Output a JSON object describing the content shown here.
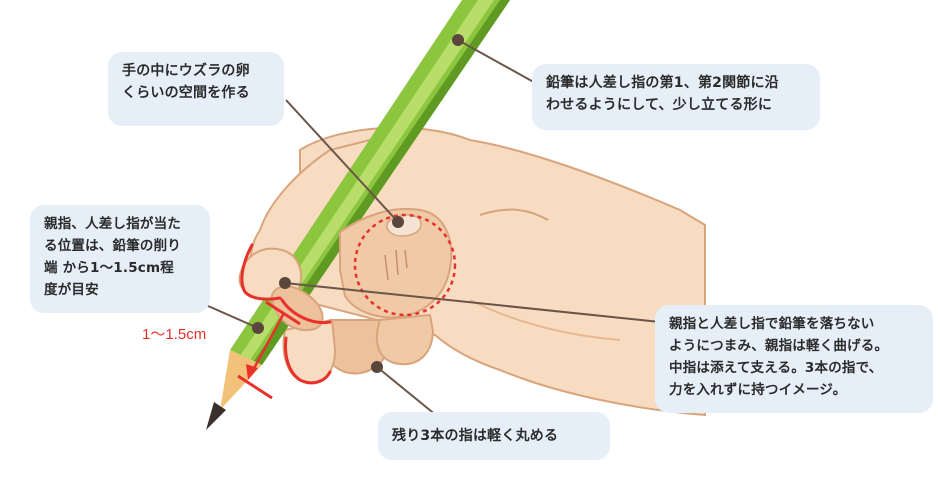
{
  "callouts": {
    "hollow": {
      "lines": [
        "手の中にウズラの卵",
        "くらいの空間を作る"
      ]
    },
    "pencil": {
      "lines": [
        "鉛筆は人差し指の第1、第2関節に沿",
        "わせるようにして、少し立てる形に"
      ]
    },
    "position": {
      "lines": [
        "親指、人差し指が当た",
        "る位置は、鉛筆の削り",
        "端 から1～1.5cm程",
        "度が目安"
      ]
    },
    "pinch": {
      "lines": [
        "親指と人差し指で鉛筆を落ちない",
        "ようにつまみ、親指は軽く曲げる。",
        "中指は添えて支える。3本の指で、",
        "力を入れずに持つイメージ。"
      ]
    },
    "fingers": {
      "lines": [
        "残り3本の指は軽く丸める"
      ]
    }
  },
  "measure": {
    "label": "1～1.5cm"
  },
  "colors": {
    "skin": "#f7dcc1",
    "skin_shadow": "#ecc19b",
    "skin_outline": "#d9a47c",
    "pencil_green": "#8cc63f",
    "pencil_light": "#b9dd6a",
    "pencil_dark": "#5f9a23",
    "wood": "#f3c27a",
    "lead": "#3b2f2a",
    "accent_red": "#e8312b",
    "leader": "#6b5448",
    "callout_bg": "#e6eef7"
  }
}
